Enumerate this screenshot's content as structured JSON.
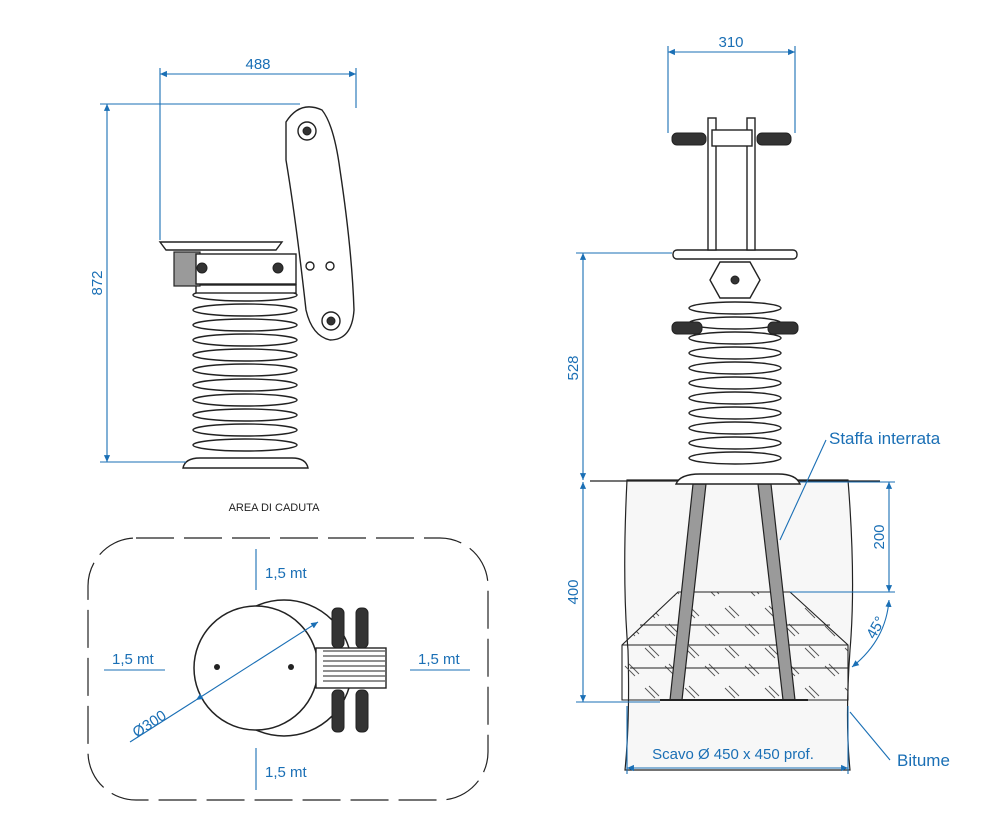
{
  "side_view": {
    "width_dim": "488",
    "height_dim": "872"
  },
  "front_view": {
    "width_dim": "310",
    "height_dim": "528"
  },
  "foundation": {
    "depth_dim": "400",
    "bracket_dim": "200",
    "angle_label": "45°",
    "bracket_label": "Staffa interrata",
    "excavation_label": "Scavo Ø 450 x 450 prof.",
    "bitumen_label": "Bitume"
  },
  "fall_area": {
    "title": "AREA DI CADUTA",
    "top_label": "1,5 mt",
    "left_label": "1,5 mt",
    "right_label": "1,5 mt",
    "bottom_label": "1,5 mt",
    "diameter_label": "Ø300"
  },
  "colors": {
    "dimension_lines": "#1a6fb5",
    "drawing_lines": "#222222",
    "concrete_fill": "#eeeeee"
  }
}
